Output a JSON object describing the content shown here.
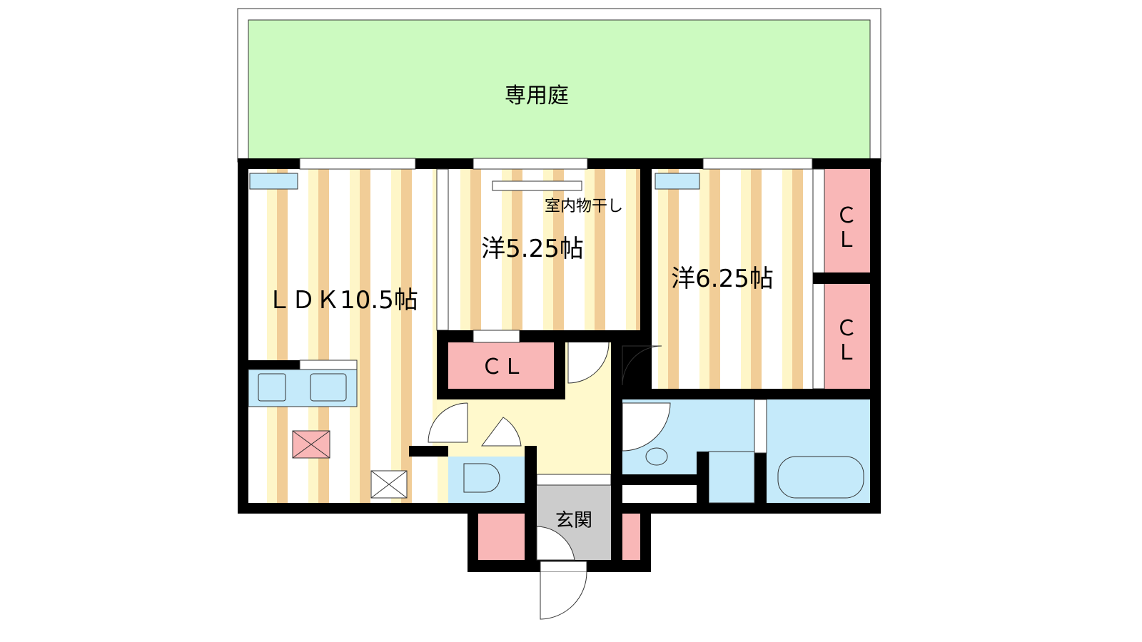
{
  "floorplan": {
    "garden": "専用庭",
    "ldk": "ＬＤＫ10.5帖",
    "room1": "洋5.25帖",
    "room2": "洋6.25帖",
    "drying": "室内物干し",
    "closet_mid": "ＣＬ",
    "closet_right_top": [
      "Ｃ",
      "Ｌ"
    ],
    "closet_right_bottom": [
      "Ｃ",
      "Ｌ"
    ],
    "entrance": "玄関"
  },
  "colors": {
    "garden": "#ccfac0",
    "closet": "#f9b7b7",
    "wet": "#c5eafa",
    "hall": "#fff9cc",
    "entry": "#cccccc",
    "stripe_light": "#fef6c8",
    "stripe_dark": "#f1cd97",
    "wall": "#000000"
  }
}
